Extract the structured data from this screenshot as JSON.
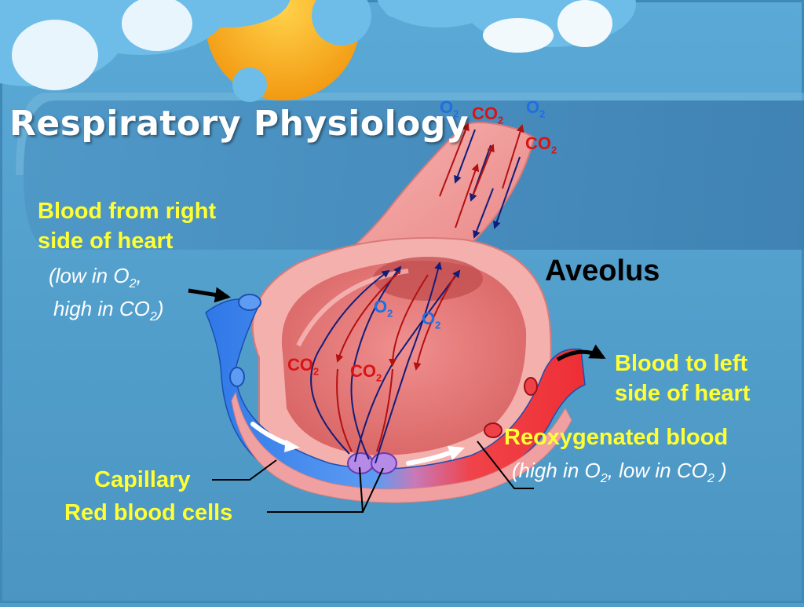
{
  "title": "Respiratory Physiology",
  "labels": {
    "blood_from_right": "Blood from right",
    "side_of_heart_in": "side of heart",
    "low_in": "(low in O",
    "low_in_sub": "2",
    "low_in_tail": ",",
    "high_in": "high in CO",
    "high_in_sub": "2",
    "high_in_tail": ")",
    "alveolus": "Aveolus",
    "blood_to_left": "Blood to left",
    "side_of_heart_out": "side of heart",
    "reoxygenated": "Reoxygenated blood",
    "reox_detail_a": "(high in O",
    "reox_detail_a_sub": "2",
    "reox_detail_b": ", low in CO",
    "reox_detail_b_sub": "2",
    "reox_detail_c": "  )",
    "capillary": "Capillary",
    "red_blood_cells": "Red blood cells"
  },
  "gas_labels": {
    "o2": "O",
    "co2": "CO",
    "sub": "2"
  },
  "colors": {
    "background": "#4f9dc9",
    "highlight_yellow": "#ffff33",
    "oxygen_blue": "#1f6fe0",
    "co2_red": "#d81414",
    "alveolus_pink": "#f2a3a3",
    "deoxygenated_blue": "#4a8ff0",
    "oxygenated_red": "#ee2f35"
  }
}
